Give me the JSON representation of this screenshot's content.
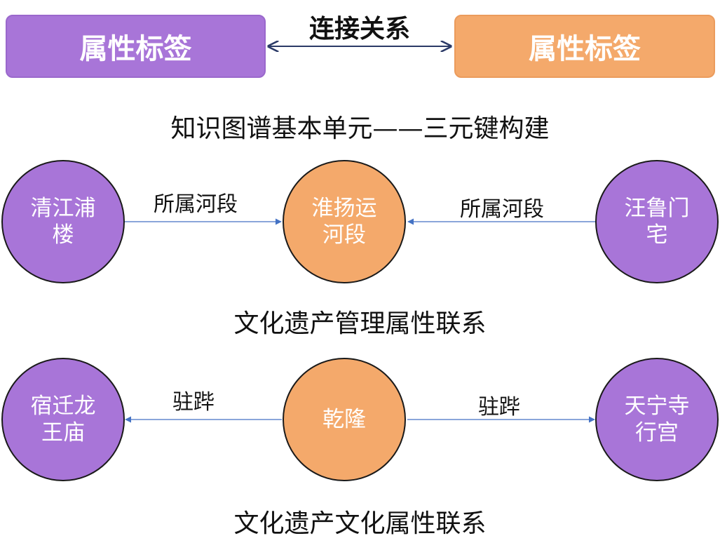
{
  "header": {
    "left_box": "属性标签",
    "right_box": "属性标签",
    "link_label": "连接关系"
  },
  "captions": {
    "basic_unit": "知识图谱基本单元——三元键构建",
    "management": "文化遗产管理属性联系",
    "culture": "文化遗产文化属性联系"
  },
  "graph1": {
    "left_node": "清江浦楼",
    "center_node": "淮扬运河段",
    "right_node": "汪鲁门宅",
    "left_edge": "所属河段",
    "right_edge": "所属河段"
  },
  "graph2": {
    "left_node": "宿迁龙王庙",
    "center_node": "乾隆",
    "right_node": "天宁寺行宫",
    "left_edge": "驻跸",
    "right_edge": "驻跸"
  },
  "colors": {
    "attribute_purple": "#a875d8",
    "attribute_orange": "#f4a96b",
    "arrow_blue": "#4472c4"
  }
}
